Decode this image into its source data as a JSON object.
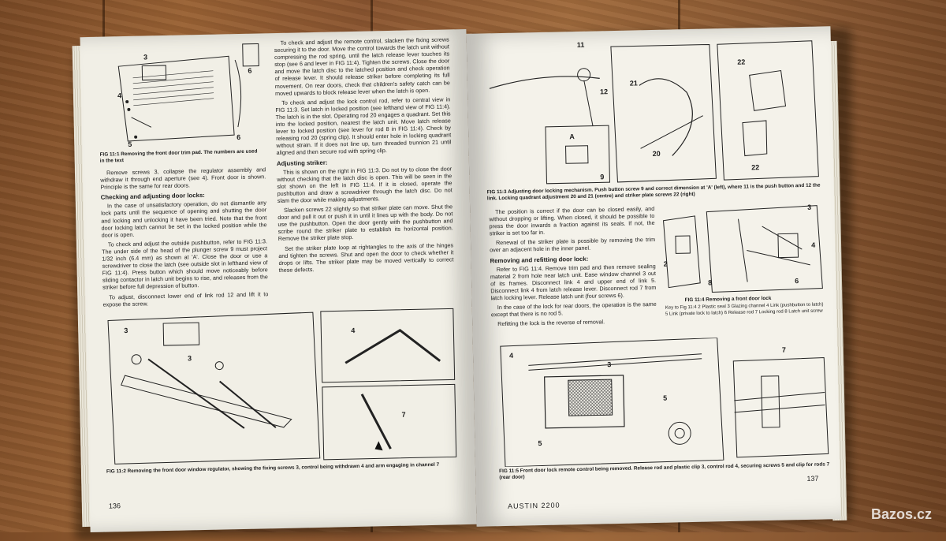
{
  "left_page": {
    "fig_11_1_caption": "FIG 11:1 Removing the front door trim pad. The numbers are used in the text",
    "fig_11_1_labels": [
      "3",
      "4",
      "5",
      "6",
      "6"
    ],
    "para_remove": "Remove screws 3, collapse the regulator assembly and withdraw it through end aperture (see 4). Front door is shown. Principle is the same for rear doors.",
    "heading_checking": "Checking and adjusting door locks:",
    "para_check_1": "In the case of unsatisfactory operation, do not dismantle any lock parts until the sequence of opening and shutting the door and locking and unlocking it have been tried. Note that the front door locking latch cannot be set in the locked position while the door is open.",
    "para_check_2": "To check and adjust the outside pushbutton, refer to FIG 11:3. The under side of the head of the plunger screw 9 must project 1/32 inch (6.4 mm) as shown at 'A'. Close the door or use a screwdriver to close the latch (see outside slot in lefthand view of FIG 11:4). Press button which should move noticeably before sliding contactor in latch unit begins to rise, and releases from the striker before full depression of button.",
    "para_check_3": "To adjust, disconnect lower end of link rod 12 and lift it to expose the screw.",
    "para_remote_1": "To check and adjust the remote control, slacken the fixing screws securing it to the door. Move the control towards the latch unit without compressing the rod spring, until the latch release lever touches its stop (see 6 and lever in FIG 11:4). Tighten the screws. Close the door and move the latch disc to the latched position and check operation of release lever. It should release striker before completing its full movement. On rear doors, check that children's safety catch can be moved upwards to block release lever when the latch is open.",
    "para_remote_2": "To check and adjust the lock control rod, refer to central view in FIG 11:3. Set latch in locked position (see lefthand view of FIG 11:4). The latch is in the slot. Operating rod 20 engages a quadrant. Set this into the locked position, nearest the latch unit. Move latch release lever to locked position (see lever for rod 8 in FIG 11:4). Check by releasing rod 20 (spring clip). It should enter hole in locking quadrant without strain. If it does not line up, turn threaded trunnion 21 until aligned and then secure rod with spring clip.",
    "heading_striker": "Adjusting striker:",
    "para_striker_1": "This is shown on the right in FIG 11:3. Do not try to close the door without checking that the latch disc is open. This will be seen in the slot shown on the left in FIG 11:4. If it is closed, operate the pushbutton and draw a screwdriver through the latch disc. Do not slam the door while making adjustments.",
    "para_striker_2": "Slacken screws 22 slightly so that striker plate can move. Shut the door and pull it out or push it in until it lines up with the body. Do not use the pushbutton. Open the door gently with the pushbutton and scribe round the striker plate to establish its horizontal position. Remove the striker plate stop.",
    "para_striker_3": "Set the striker plate loop at rightangles to the axis of the hinges and tighten the screws. Shut and open the door to check whether it drops or lifts. The striker plate may be moved vertically to correct these defects.",
    "fig_11_2_labels": [
      "3",
      "4",
      "3",
      "7"
    ],
    "fig_11_2_caption": "FIG 11:2 Removing the front door window regulator, showing the fixing screws 3, control being withdrawn 4 and arm engaging in channel 7",
    "page_number": "136"
  },
  "right_page": {
    "fig_11_3_labels": [
      "11",
      "12",
      "21",
      "22",
      "A",
      "20",
      "9",
      "22"
    ],
    "fig_11_3_caption": "FIG 11:3 Adjusting door locking mechanism. Push button screw 9 and correct dimension at 'A' (left), where 11 is the push button and 12 the link. Locking quadrant adjustment 20 and 21 (centre) and striker plate screws 22 (right)",
    "para_position": "The position is correct if the door can be closed easily, and without dropping or lifting. When closed, it should be possible to press the door inwards a fraction against its seals. If not, the striker is set too far in.",
    "para_renewal": "Renewal of the striker plate is possible by removing the trim over an adjacent hole in the inner panel.",
    "heading_removing": "Removing and refitting door lock:",
    "para_remove_lock_1": "Refer to FIG 11:4. Remove trim pad and then remove sealing material 2 from hole near latch unit. Ease window channel 3 out of its frames. Disconnect link 4 and upper end of link 5. Disconnect link 4 from latch release lever. Disconnect rod 7 from latch locking lever. Release latch unit (four screws 6).",
    "para_remove_lock_2": "In the case of the lock for rear doors, the operation is the same except that there is no rod 5.",
    "para_refit": "Refitting the lock is the reverse of removal.",
    "fig_11_4_labels": [
      "3",
      "2",
      "4",
      "6",
      "8"
    ],
    "fig_11_4_caption": "FIG 11:4 Removing a front door lock",
    "fig_11_4_key": "Key to Fig 11:4 2 Plastic seal 3 Glazing channel 4 Link (pushbutton to latch) 5 Link (private lock to latch) 6 Release rod 7 Locking rod 8 Latch unit screw",
    "fig_11_5_labels": [
      "4",
      "3",
      "5",
      "5",
      "7"
    ],
    "fig_11_5_caption": "FIG 11:5 Front door lock remote control being removed. Release rod and plastic clip 3, control rod 4, securing screws 5 and clip for rods 7 (rear door)",
    "page_number": "137",
    "footer": "AUSTIN 2200"
  },
  "watermark": "Bazos.cz"
}
